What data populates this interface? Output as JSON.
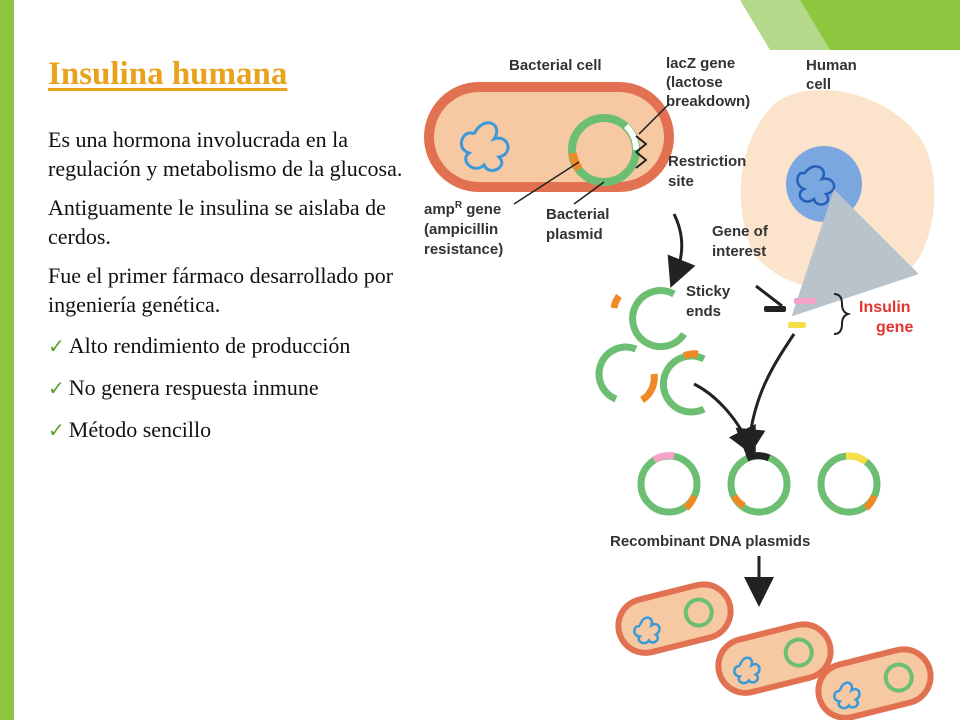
{
  "slide": {
    "title": "Insulina humana",
    "paragraphs": [
      "Es una hormona involucrada en la regulación y metabolismo de la glucosa.",
      "Antiguamente le insulina se aislaba de cerdos.",
      "Fue el primer fármaco desarrollado por ingeniería genética."
    ],
    "checklist": [
      "Alto rendimiento de producción",
      "No genera respuesta inmune",
      "Método sencillo"
    ],
    "check_icon": "checkmark-icon"
  },
  "diagram": {
    "labels": {
      "bacterial_cell": "Bacterial cell",
      "lacz_1": "lacZ gene",
      "lacz_2": "(lactose",
      "lacz_3": "breakdown)",
      "human_1": "Human",
      "human_2": "cell",
      "restriction_1": "Restriction",
      "restriction_2": "site",
      "ampr_1": "amp",
      "ampr_sup": "R",
      "ampr_gene": " gene",
      "ampr_2": "(ampicillin",
      "ampr_3": "resistance)",
      "plasmid_1": "Bacterial",
      "plasmid_2": "plasmid",
      "gene_int_1": "Gene of",
      "gene_int_2": "interest",
      "sticky_1": "Sticky",
      "sticky_2": "ends",
      "insulin_1": "Insulin",
      "insulin_2": "gene",
      "recombinant": "Recombinant DNA plasmids"
    }
  },
  "colors": {
    "title": "#e8a21b",
    "accent_green": "#8dc63f",
    "cell_fill": "#f6c9a2",
    "cell_border": "#e27152",
    "plasmid_green": "#6cbf72",
    "orange_segment": "#f08a24",
    "insulin_red": "#e3342f",
    "human_cell": "#fbe3cc",
    "nucleus": "#7aa7e0"
  }
}
